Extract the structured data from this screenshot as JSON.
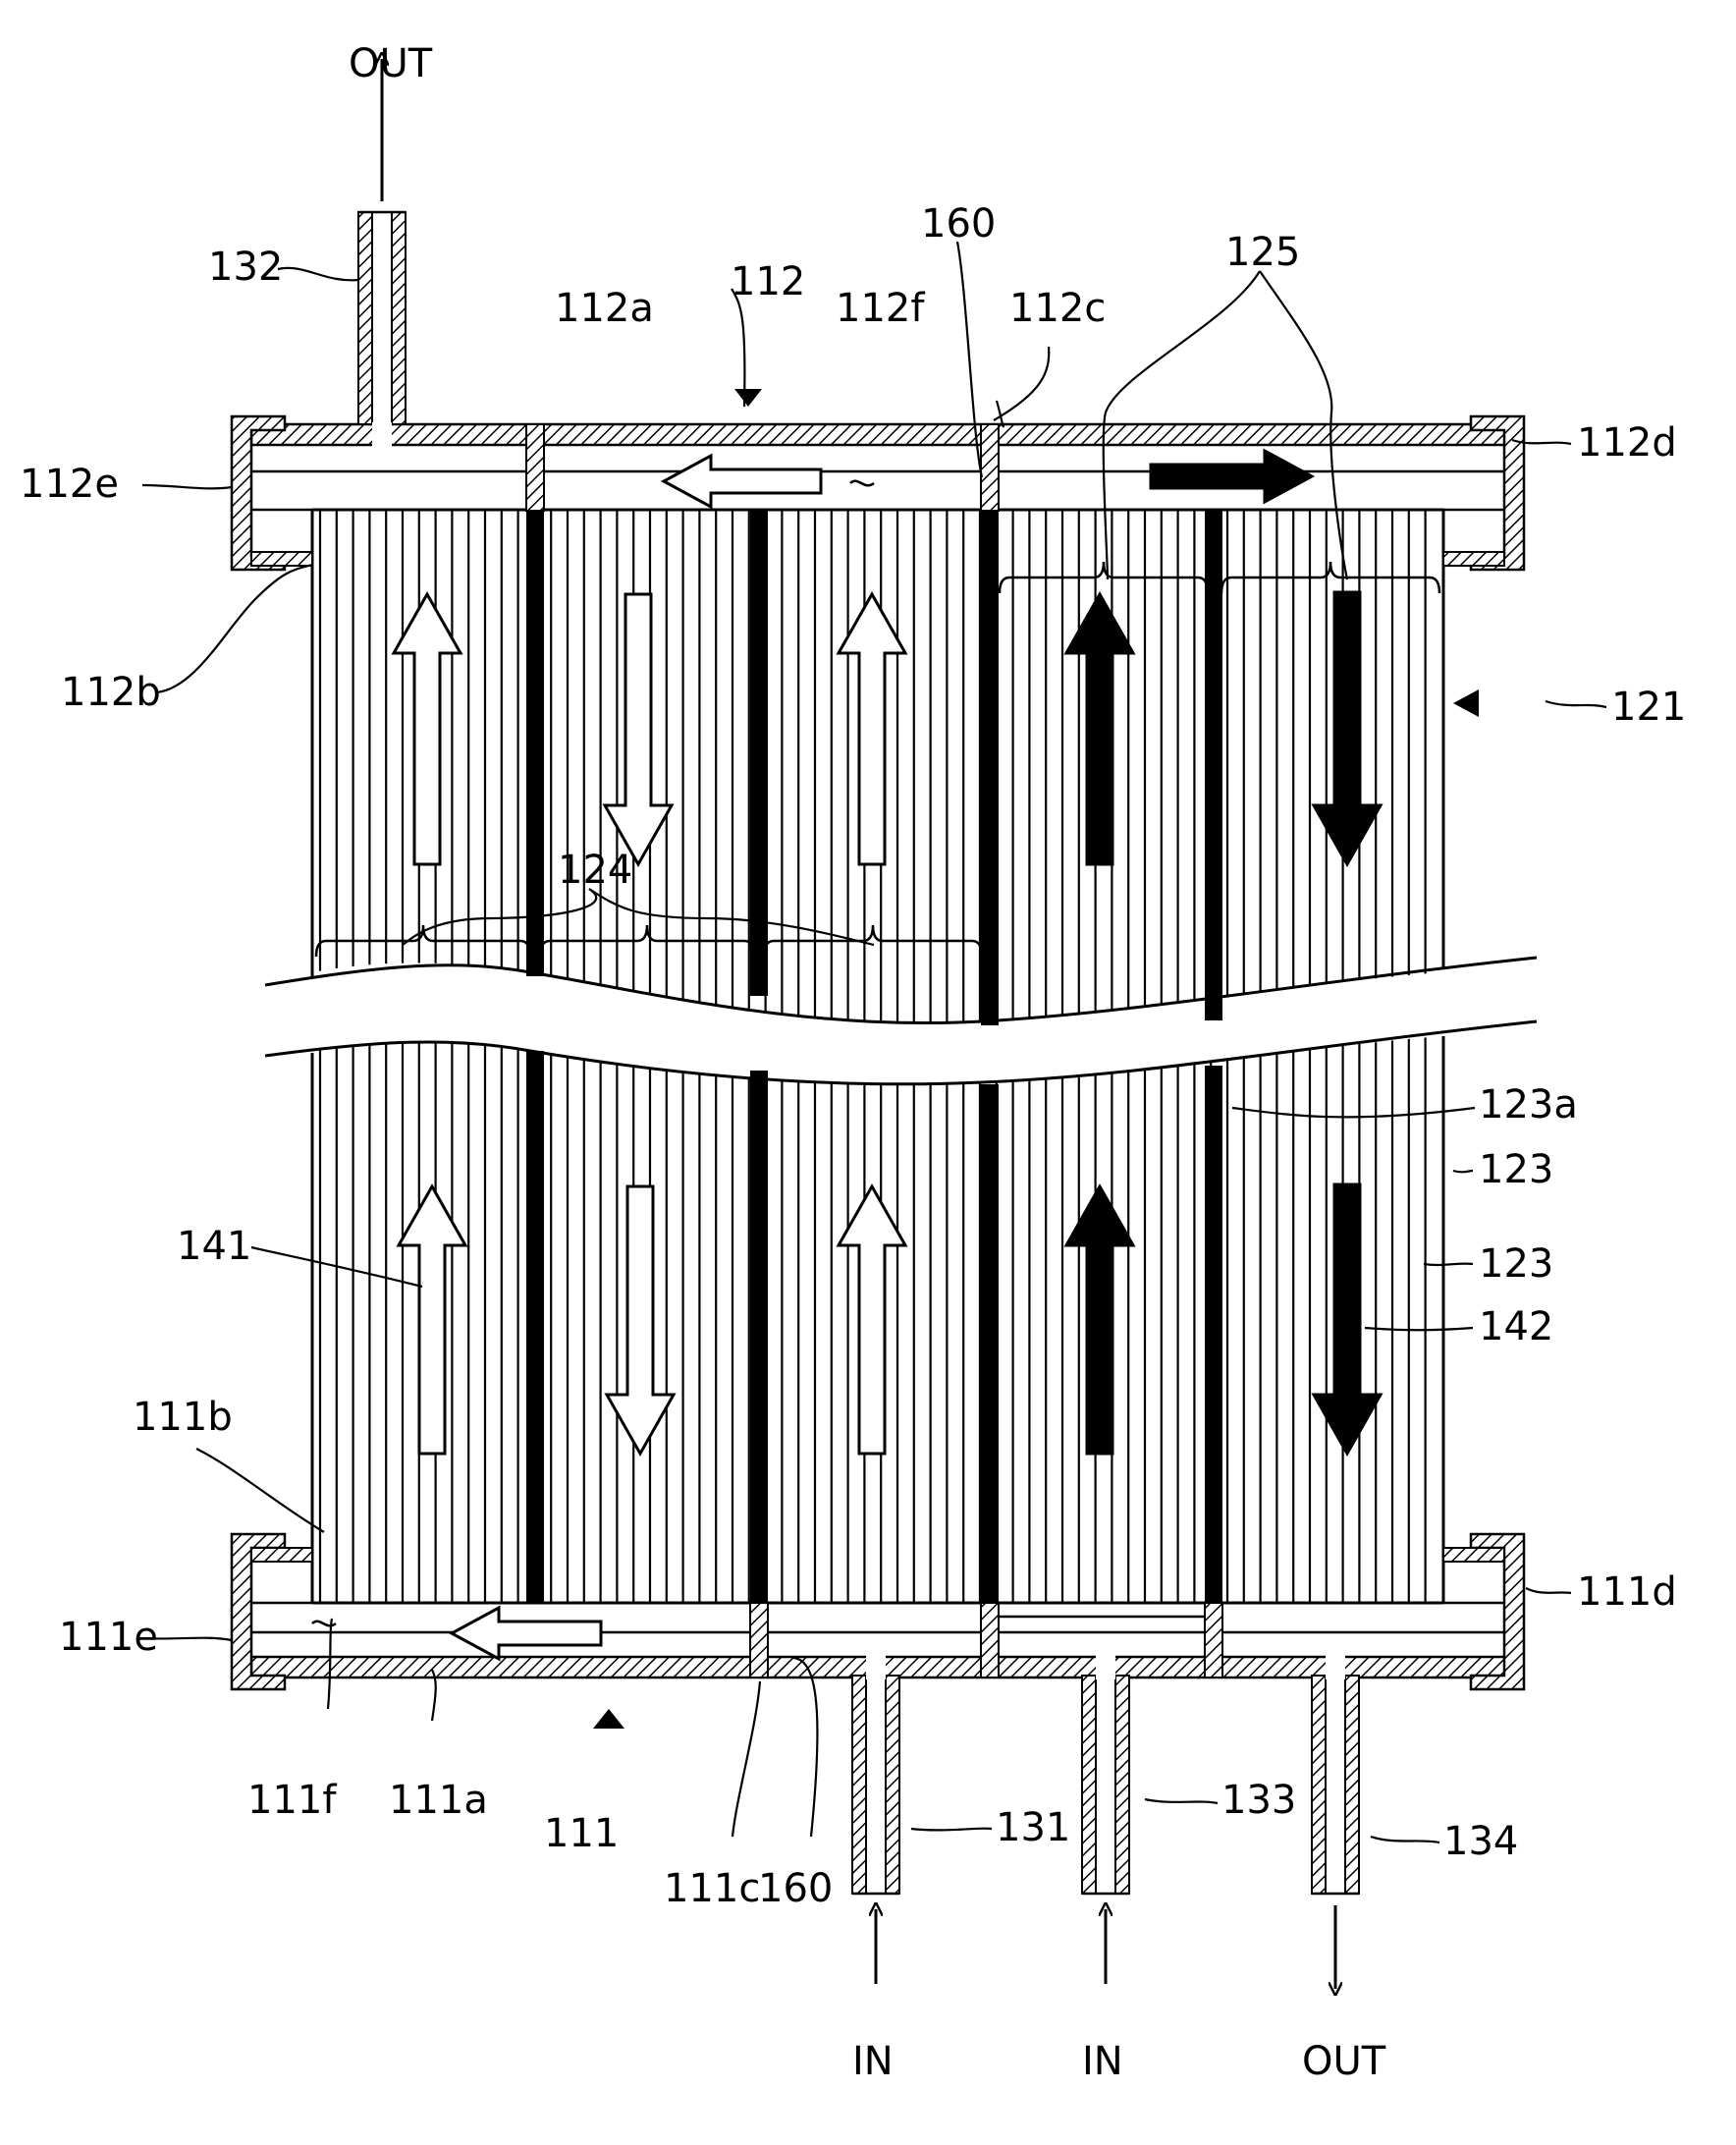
{
  "flow_labels": {
    "top_out": "OUT",
    "bottom_in_1": "IN",
    "bottom_in_2": "IN",
    "bottom_out": "OUT"
  },
  "reference_numerals": {
    "r132": "132",
    "r112a": "112a",
    "r112": "112",
    "r112f": "112f",
    "r160_top": "160",
    "r112c": "112c",
    "r125": "125",
    "r112d": "112d",
    "r112e": "112e",
    "r112b": "112b",
    "r121": "121",
    "r124": "124",
    "r123a": "123a",
    "r123_1": "123",
    "r123_2": "123",
    "r141": "141",
    "r142": "142",
    "r111b": "111b",
    "r111d": "111d",
    "r111e": "111e",
    "r111f": "111f",
    "r111a": "111a",
    "r111": "111",
    "r111c": "111c",
    "r160_bottom": "160",
    "r131": "131",
    "r133": "133",
    "r134": "134"
  },
  "flow_directions": {
    "first_fluid_passes": [
      "up",
      "down",
      "up"
    ],
    "second_fluid_passes": [
      "up",
      "down"
    ]
  },
  "colors": {
    "first_fluid_arrow": "#ffffff",
    "second_fluid_arrow": "#000000",
    "line": "#000000"
  }
}
